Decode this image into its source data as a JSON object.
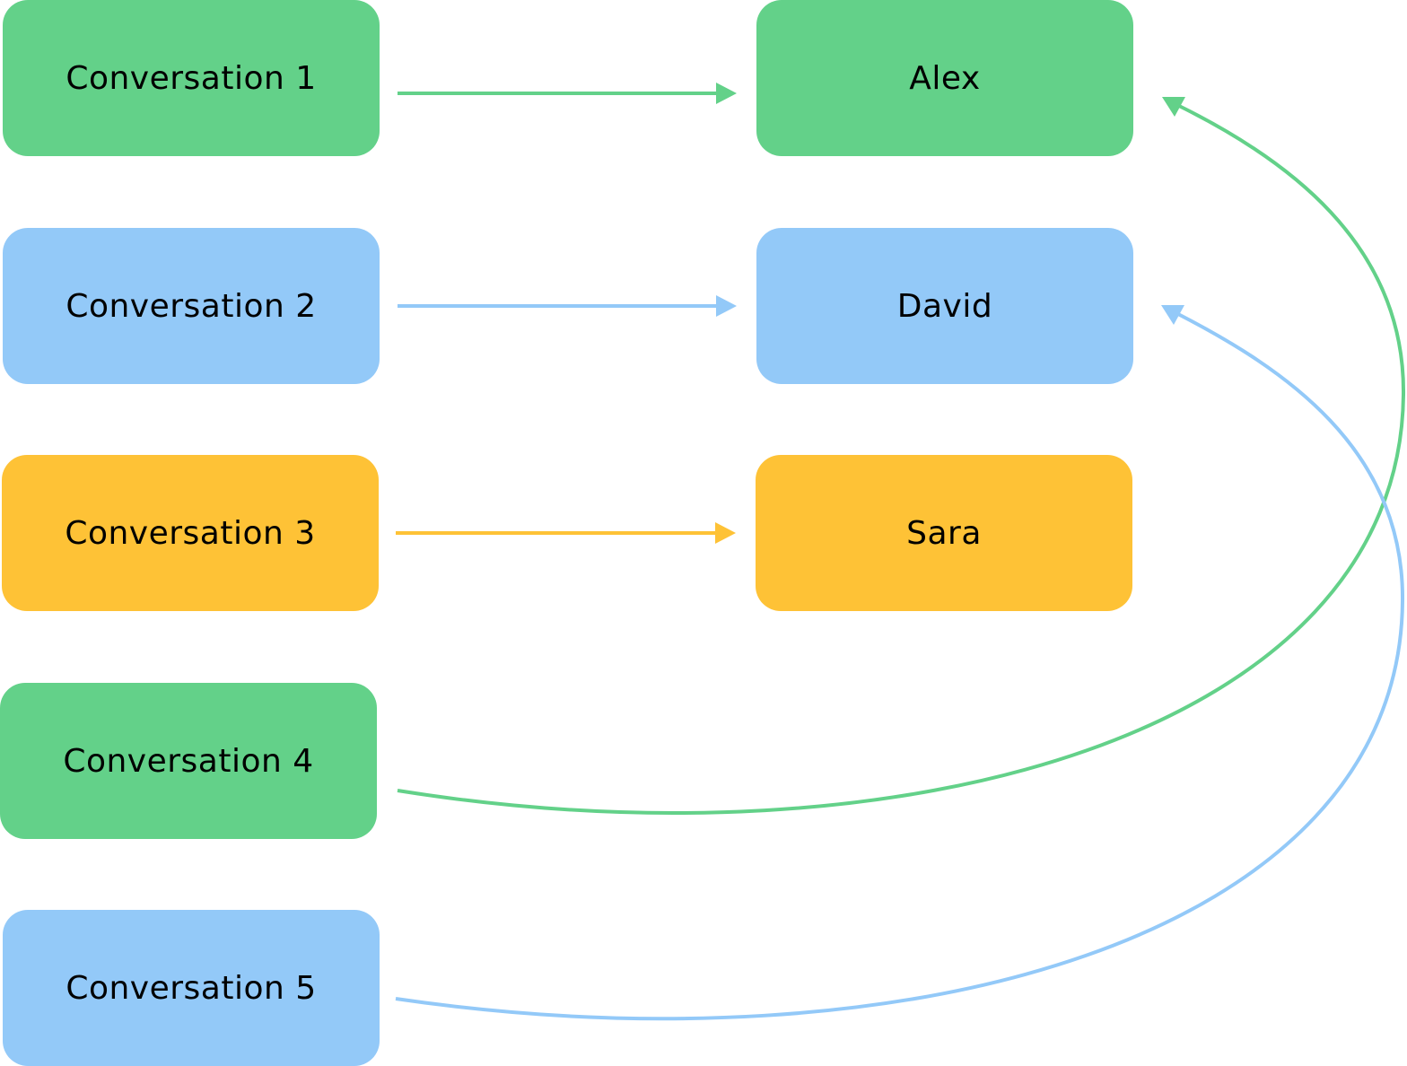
{
  "colors": {
    "green": "#63d189",
    "blue": "#93c9f8",
    "yellow": "#fec236",
    "text": "#000000"
  },
  "conversations": [
    {
      "label": "Conversation 1",
      "color": "green"
    },
    {
      "label": "Conversation 2",
      "color": "blue"
    },
    {
      "label": "Conversation 3",
      "color": "yellow"
    },
    {
      "label": "Conversation 4",
      "color": "green"
    },
    {
      "label": "Conversation 5",
      "color": "blue"
    }
  ],
  "agents": [
    {
      "label": "Alex",
      "color": "green"
    },
    {
      "label": "David",
      "color": "blue"
    },
    {
      "label": "Sara",
      "color": "yellow"
    }
  ],
  "edges": [
    {
      "from": "Conversation 1",
      "to": "Alex",
      "color": "green"
    },
    {
      "from": "Conversation 2",
      "to": "David",
      "color": "blue"
    },
    {
      "from": "Conversation 3",
      "to": "Sara",
      "color": "yellow"
    },
    {
      "from": "Conversation 4",
      "to": "Alex",
      "color": "green"
    },
    {
      "from": "Conversation 5",
      "to": "David",
      "color": "blue"
    }
  ]
}
